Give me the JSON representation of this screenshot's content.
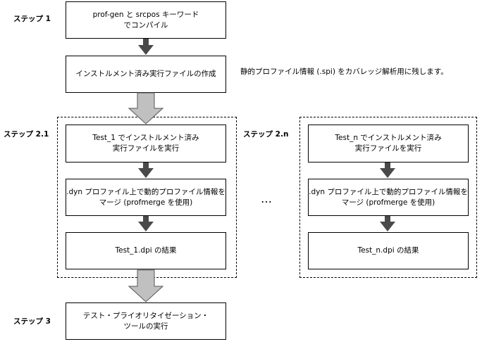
{
  "steps": {
    "step1": "ステップ 1",
    "step21": "ステップ 2.1",
    "step2n": "ステップ 2.n",
    "step3": "ステップ 3"
  },
  "boxes": {
    "compile": "prof-gen と srcpos キーワード\nでコンパイル",
    "instrumented": "インストルメント済み実行ファイルの作成",
    "run_test1": "Test_1 でインストルメント済み\n実行ファイルを実行",
    "merge1": ".dyn プロファイル上で動的プロファイル情報を\nマージ (profmerge を使用)",
    "result1": "Test_1.dpi の結果",
    "run_testn": "Test_n でインストルメント済み\n実行ファイルを実行",
    "mergen": ".dyn プロファイル上で動的プロファイル情報を\nマージ (profmerge を使用)",
    "resultn": "Test_n.dpi の結果",
    "prioritize": "テスト・プライオリタイゼーション・\nツールの実行"
  },
  "note": "静的プロファイル情報 (.spi) をカバレッジ解析用に残します。",
  "ellipsis": "…"
}
